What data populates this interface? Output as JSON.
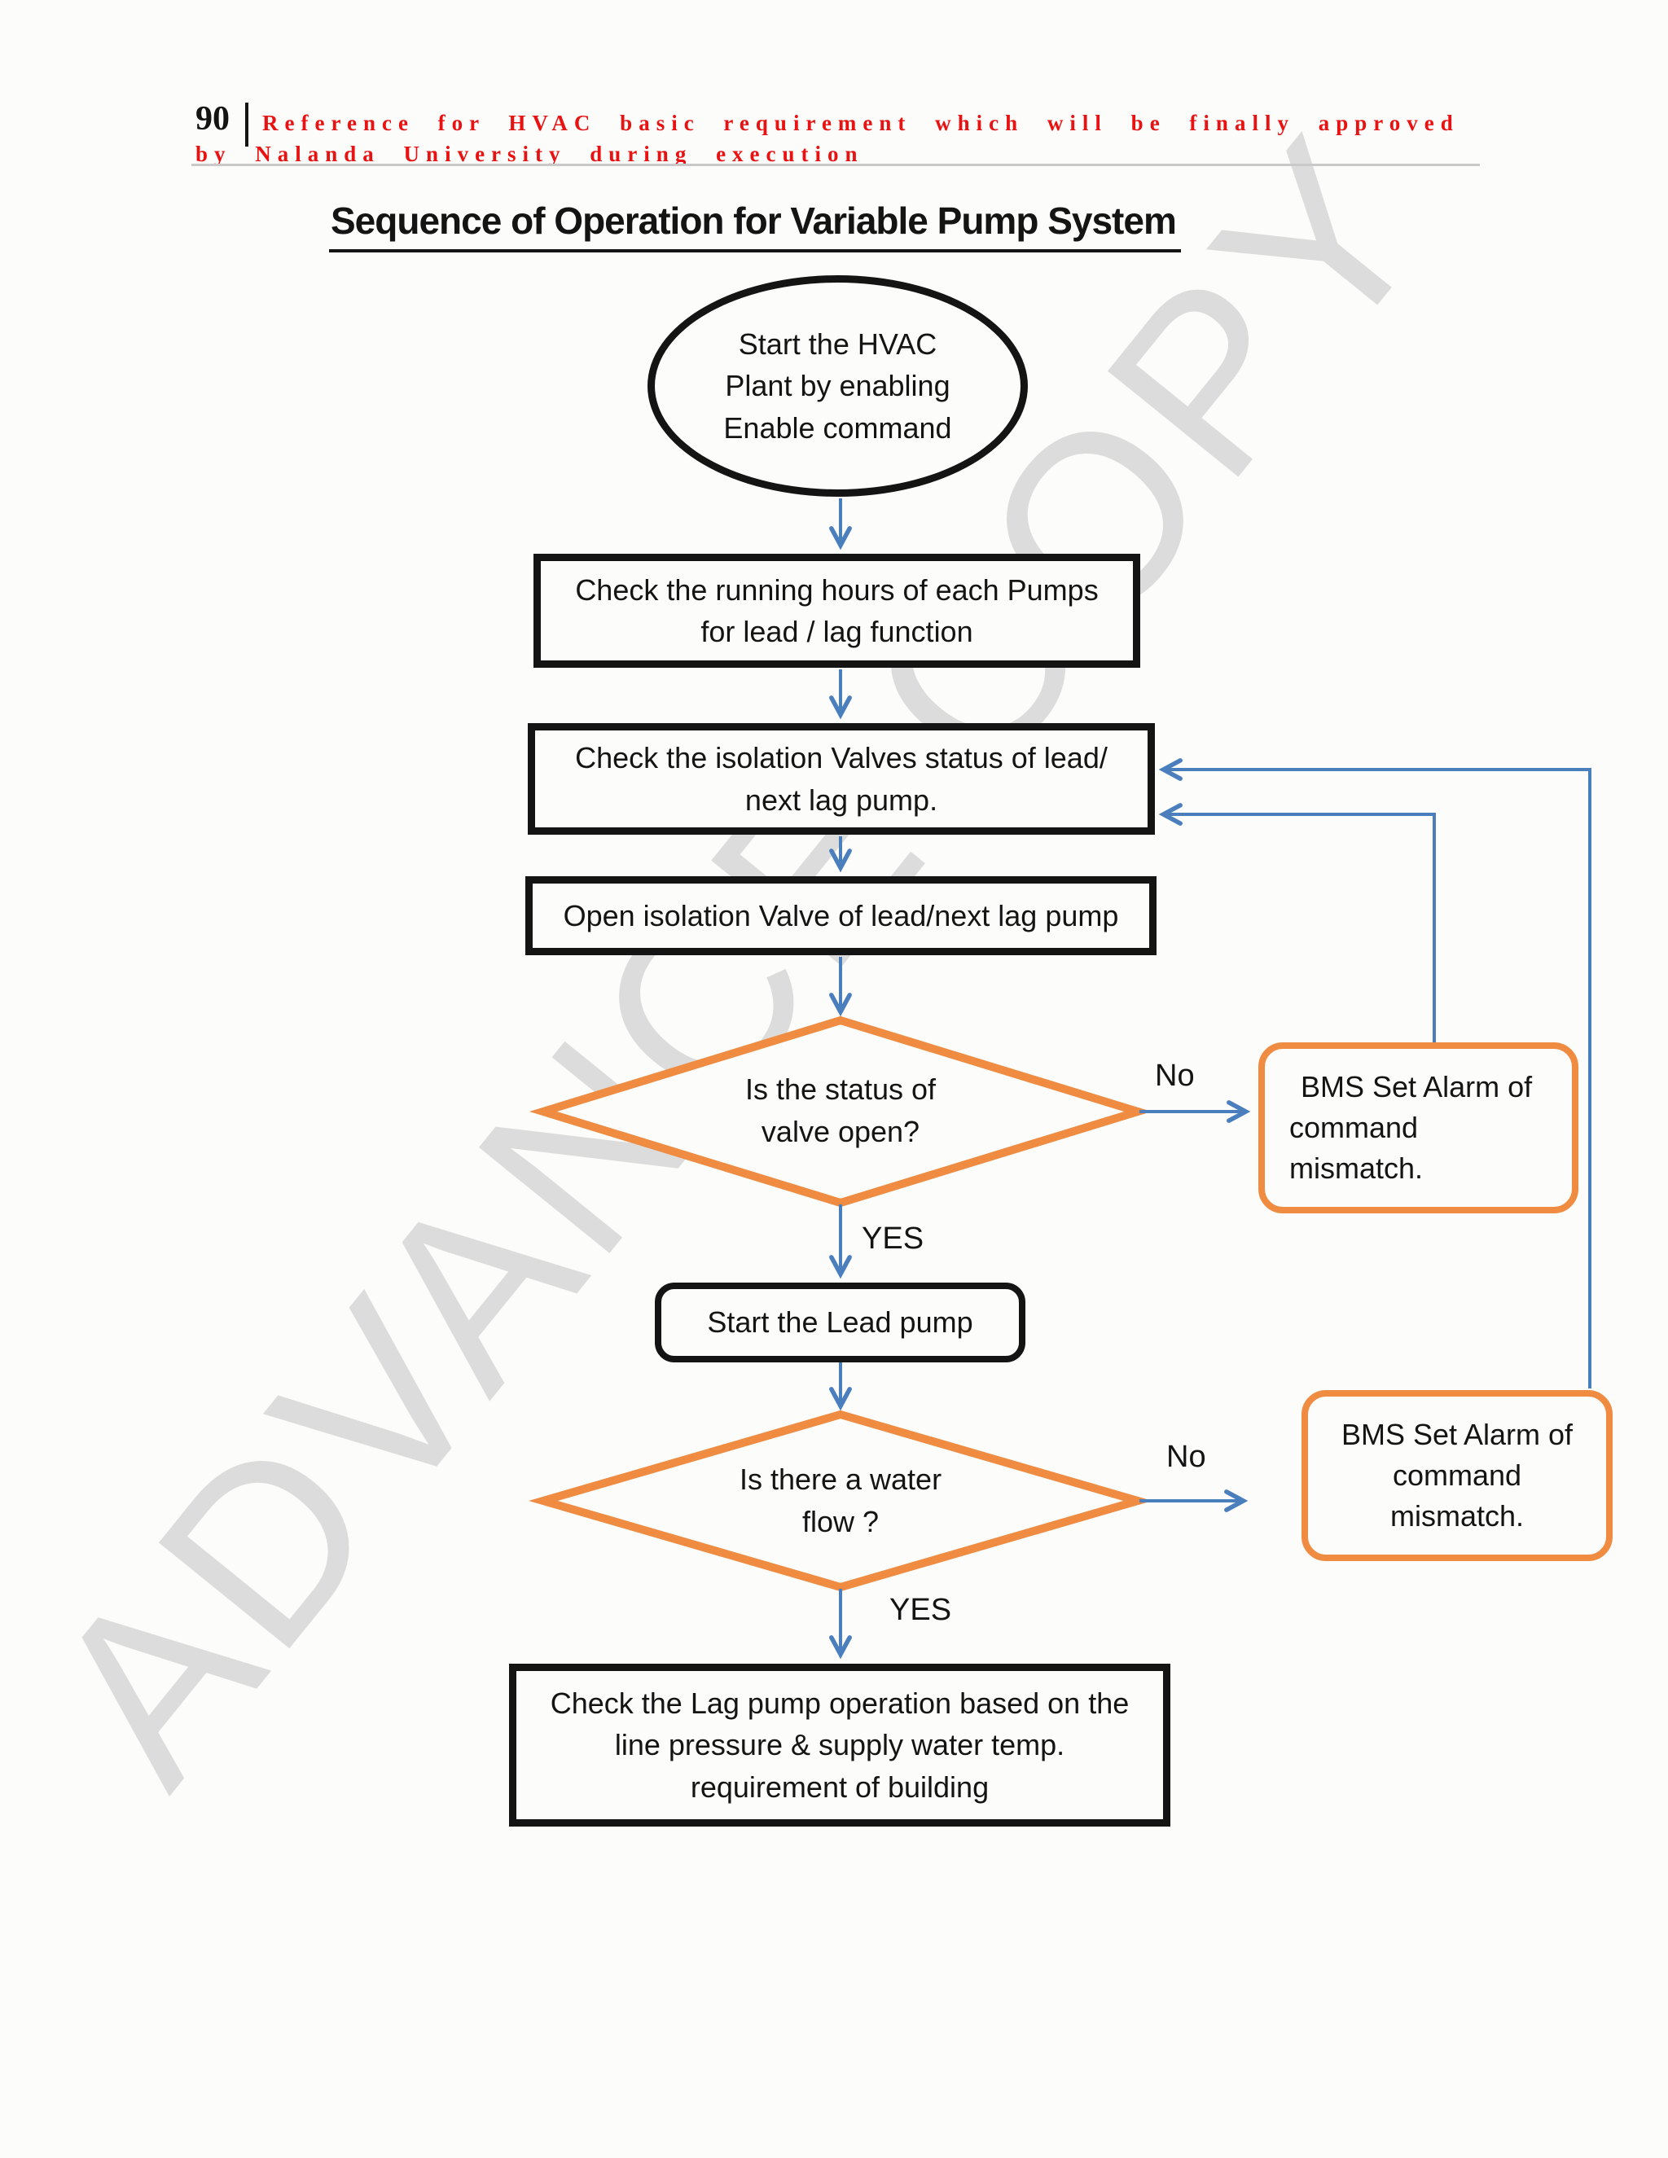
{
  "page": {
    "page_number": "90",
    "header_line1": "Reference for HVAC basic requirement which will be finally approved",
    "header_line2": "by Nalanda University during execution",
    "title": "Sequence of Operation for Variable Pump System",
    "watermark": "ADVANCE COPY"
  },
  "colors": {
    "arrow_blue": "#4a7ebd",
    "shape_orange": "#ef8c42",
    "node_border_black": "#141414",
    "header_red": "#e81212",
    "watermark_gray": "#dcdcdc",
    "page_background": "#fcfcfb"
  },
  "flowchart": {
    "nodes": {
      "start": {
        "shape": "ellipse",
        "lines": [
          "Start the HVAC",
          "Plant by enabling",
          "Enable command"
        ]
      },
      "check_hours": {
        "shape": "rect",
        "lines": [
          "Check the running hours of each Pumps",
          "for lead / lag function"
        ]
      },
      "check_valves": {
        "shape": "rect",
        "lines": [
          "Check the isolation Valves status of lead/",
          "next lag pump."
        ]
      },
      "open_valve": {
        "shape": "rect",
        "lines": [
          "Open isolation Valve of lead/next lag pump"
        ]
      },
      "valve_open": {
        "shape": "diamond",
        "lines": [
          "Is the status of",
          "valve open?"
        ]
      },
      "bms_alarm_1": {
        "shape": "rounded-alert",
        "lines": [
          "BMS Set Alarm of",
          "command",
          "mismatch."
        ]
      },
      "start_lead": {
        "shape": "rounded",
        "lines": [
          "Start the Lead pump"
        ]
      },
      "water_flow": {
        "shape": "diamond",
        "lines": [
          "Is there a water",
          "flow ?"
        ]
      },
      "bms_alarm_2": {
        "shape": "rounded-alert",
        "lines": [
          "BMS Set Alarm of",
          "command",
          "mismatch."
        ]
      },
      "check_lag": {
        "shape": "rect",
        "lines": [
          "Check the Lag pump operation based on the",
          "line pressure & supply water temp.",
          "requirement of building"
        ]
      }
    },
    "edge_labels": {
      "valve_yes": "YES",
      "valve_no": "No",
      "flow_yes": "YES",
      "flow_no": "No"
    }
  }
}
